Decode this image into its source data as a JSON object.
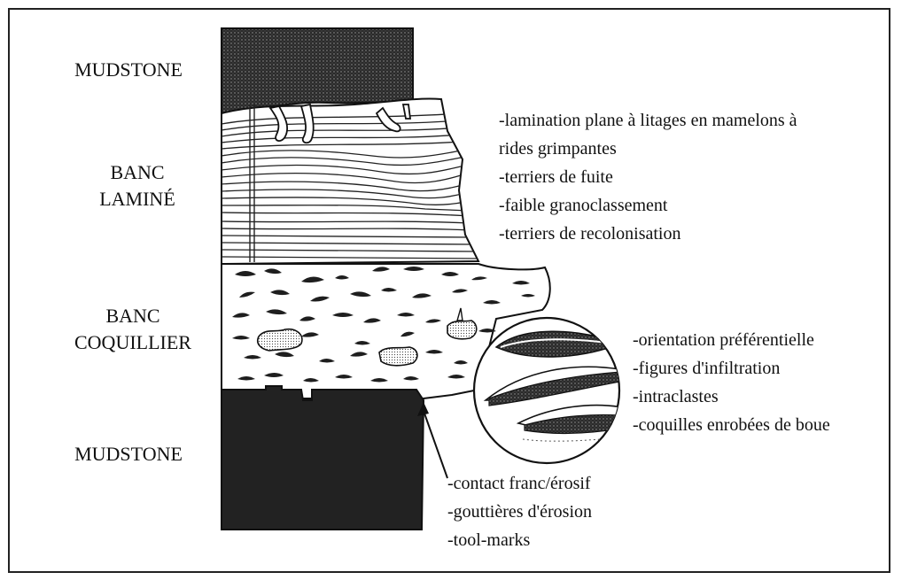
{
  "units": {
    "top_mudstone": "MUDSTONE",
    "banc_lamine": [
      "BANC",
      "LAMINÉ"
    ],
    "banc_coquillier": [
      "BANC",
      "COQUILLIER"
    ],
    "bottom_mudstone": "MUDSTONE"
  },
  "notes": {
    "laminated": [
      "-lamination plane à litages en mamelons à",
      "rides grimpantes",
      "-terriers de fuite",
      "-faible granoclassement",
      "-terriers de recolonisation"
    ],
    "shell": [
      "-orientation préférentielle",
      "-figures d'infiltration",
      "-intraclastes",
      "-coquilles enrobées de boue"
    ],
    "contact": [
      "-contact franc/érosif",
      "-gouttières d'érosion",
      "-tool-marks"
    ]
  }
}
